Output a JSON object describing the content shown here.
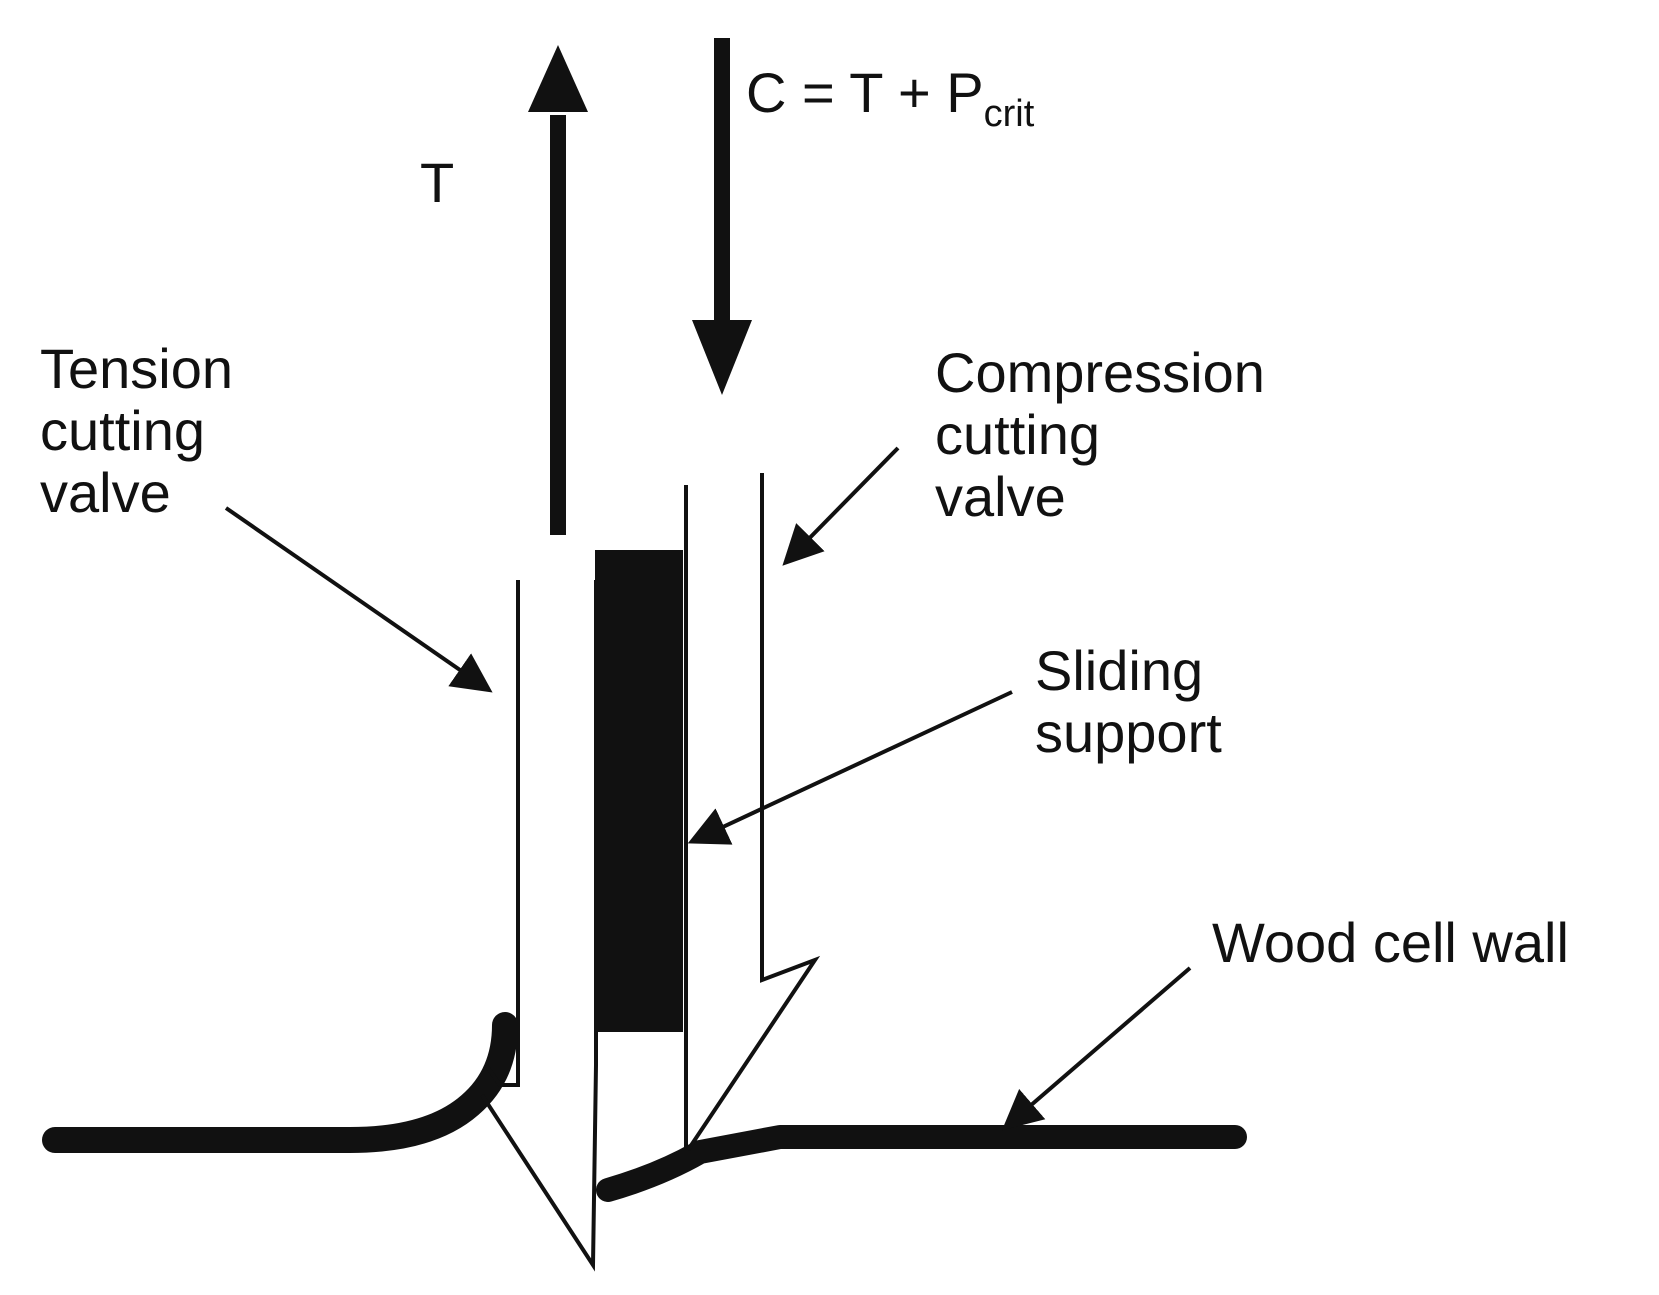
{
  "labels": {
    "tension_force": "T",
    "compression_force_main": "C = T + P",
    "compression_force_sub": "crit",
    "tension_valve_line1": "Tension",
    "tension_valve_line2": "cutting",
    "tension_valve_line3": "valve",
    "compression_valve_line1": "Compression",
    "compression_valve_line2": "cutting",
    "compression_valve_line3": "valve",
    "sliding_support_line1": "Sliding",
    "sliding_support_line2": "support",
    "wood_cell_wall": "Wood cell wall"
  },
  "colors": {
    "ink": "#111111",
    "background": "#ffffff"
  }
}
